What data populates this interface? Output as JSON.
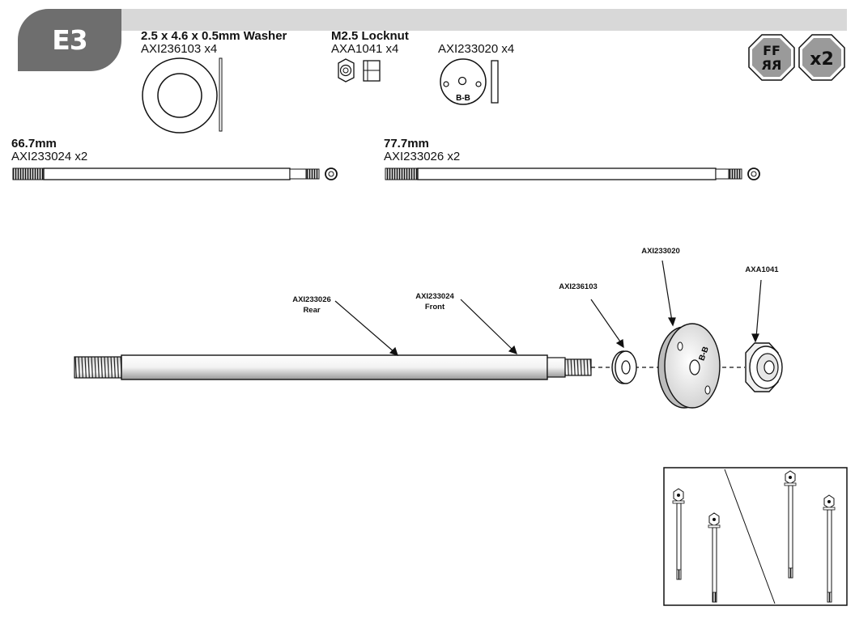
{
  "step": {
    "label": "E3"
  },
  "parts": [
    {
      "name": "2.5 x 4.6 x 0.5mm Washer",
      "number": "AXI236103 x4"
    },
    {
      "name": "M2.5 Locknut",
      "number": "AXA1041 x4"
    },
    {
      "name": "",
      "number": "AXI233020 x4",
      "mark": "B-B"
    }
  ],
  "shafts": [
    {
      "name": "66.7mm",
      "number": "AXI233024 x2"
    },
    {
      "name": "77.7mm",
      "number": "AXI233026 x2"
    }
  ],
  "badges": {
    "side_label_top": "FF",
    "side_label_bottom": "RR",
    "quantity": "x2"
  },
  "callouts": {
    "rear": {
      "part": "AXI233026",
      "label": "Rear"
    },
    "front": {
      "part": "AXI233024",
      "label": "Front"
    },
    "washer": {
      "part": "AXI236103"
    },
    "spacer": {
      "part": "AXI233020",
      "mark": "B-B"
    },
    "locknut": {
      "part": "AXA1041"
    }
  },
  "colors": {
    "badge": "#6e6e6e",
    "header_bar": "#d8d8d8",
    "octagon": "#9a9a9a",
    "line": "#111111"
  }
}
